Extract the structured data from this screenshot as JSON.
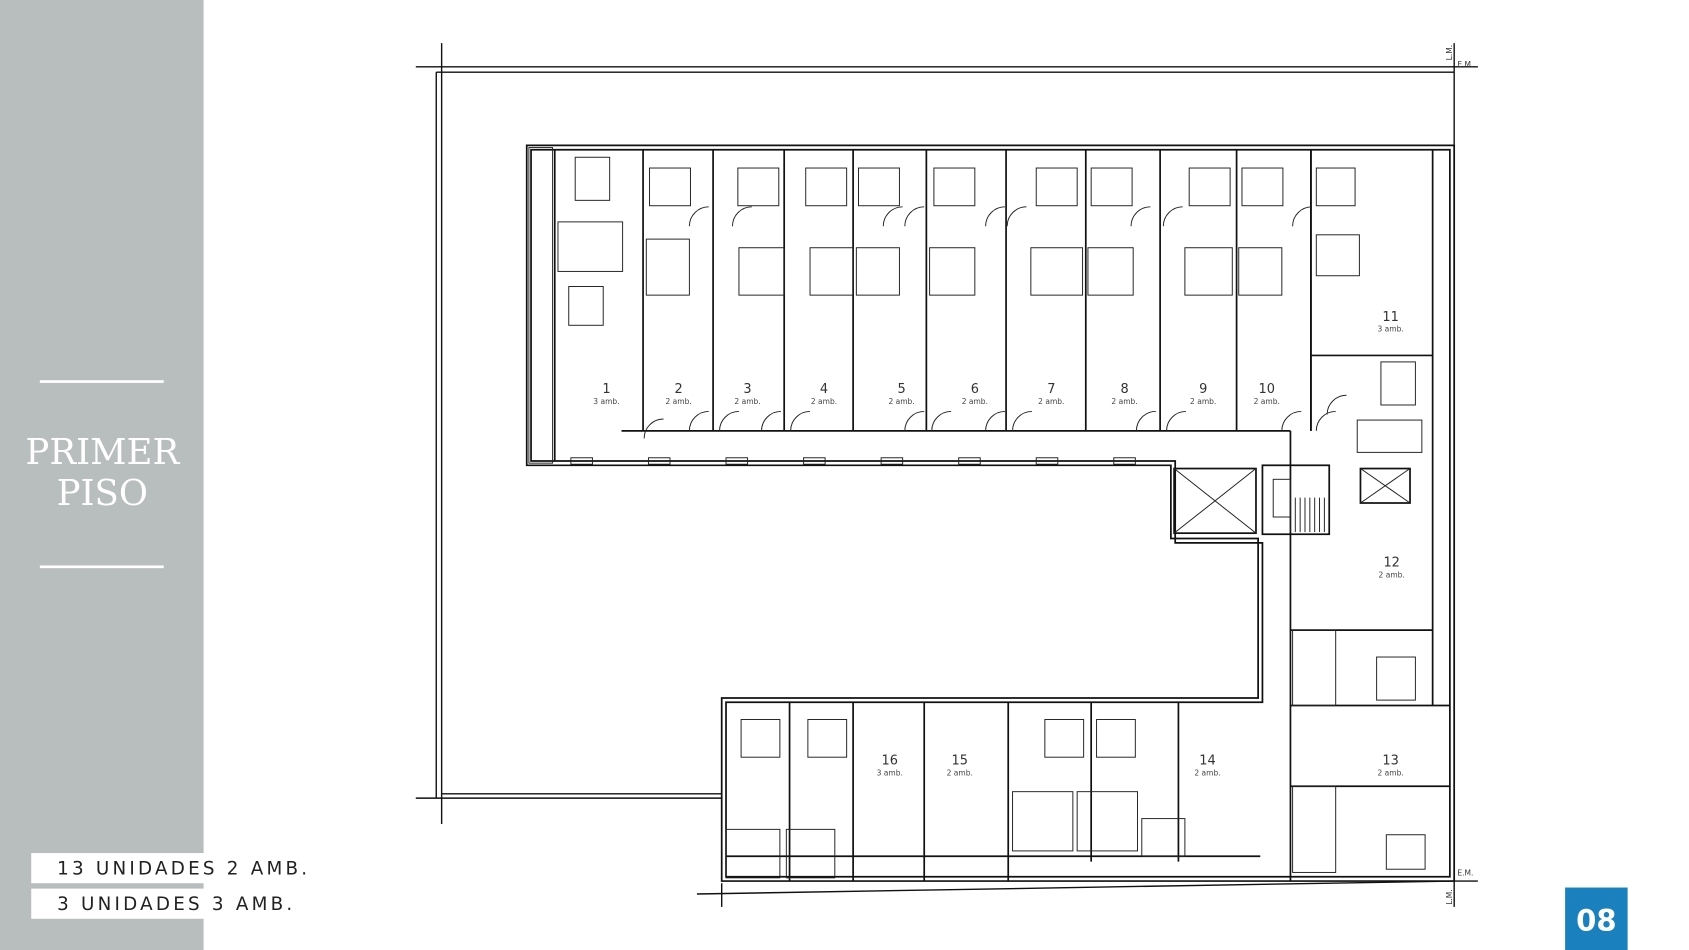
{
  "sidebar": {
    "title_line1": "PRIMER",
    "title_line2": "PISO"
  },
  "summary": [
    "13 UNIDADES 2 AMB.",
    "3 UNIDADES 3 AMB."
  ],
  "page_number": "08",
  "plan_marks": {
    "lm": "L.M.",
    "em": "E.M."
  },
  "units": [
    {
      "number": "1",
      "type": "3 amb."
    },
    {
      "number": "2",
      "type": "2 amb."
    },
    {
      "number": "3",
      "type": "2 amb."
    },
    {
      "number": "4",
      "type": "2 amb."
    },
    {
      "number": "5",
      "type": "2 amb."
    },
    {
      "number": "6",
      "type": "2 amb."
    },
    {
      "number": "7",
      "type": "2 amb."
    },
    {
      "number": "8",
      "type": "2 amb."
    },
    {
      "number": "9",
      "type": "2 amb."
    },
    {
      "number": "10",
      "type": "2 amb."
    },
    {
      "number": "11",
      "type": "3 amb."
    },
    {
      "number": "12",
      "type": "2 amb."
    },
    {
      "number": "13",
      "type": "2 amb."
    },
    {
      "number": "14",
      "type": "2 amb."
    },
    {
      "number": "15",
      "type": "2 amb."
    },
    {
      "number": "16",
      "type": "3 amb."
    }
  ],
  "colors": {
    "sidebar": "#b8bdbd",
    "page_badge": "#1a80be"
  }
}
